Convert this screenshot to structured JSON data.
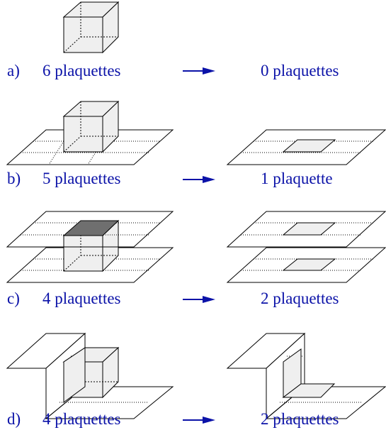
{
  "rows": [
    {
      "letter": "a)",
      "before": "6 plaquettes",
      "after": "0 plaquettes"
    },
    {
      "letter": "b)",
      "before": "5 plaquettes",
      "after": "1 plaquette"
    },
    {
      "letter": "c)",
      "before": "4 plaquettes",
      "after": "2 plaquettes"
    },
    {
      "letter": "d)",
      "before": "4 plaquettes",
      "after": "2 plaquettes"
    }
  ],
  "colors": {
    "label": "#0b12a8",
    "arrow": "#0b12a8",
    "face_fill": "#efefef",
    "dark_face": "#6f6f6f",
    "line": "#000000"
  }
}
